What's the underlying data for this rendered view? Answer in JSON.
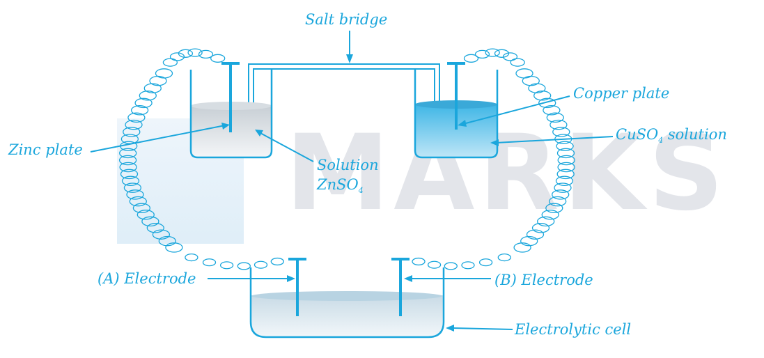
{
  "watermark": {
    "text": "MARKS"
  },
  "labels": {
    "salt_bridge": "Salt bridge",
    "copper_plate": "Copper plate",
    "cuso4_solution_prefix": "CuSO",
    "cuso4_subscript": "4",
    "cuso4_solution_suffix": " solution",
    "zinc_plate": "Zinc plate",
    "solution": "Solution",
    "znso4_prefix": "ZnSO",
    "znso4_subscript": "4",
    "electrode_a": "(A) Electrode",
    "electrode_b": "(B) Electrode",
    "electrolytic_cell": "Electrolytic cell"
  },
  "colors": {
    "line": "#1aa6dc",
    "copper_solution": "#5cc4ea",
    "zinc_solution": "#cfd6dc",
    "watermark": "#e3e5ea"
  }
}
